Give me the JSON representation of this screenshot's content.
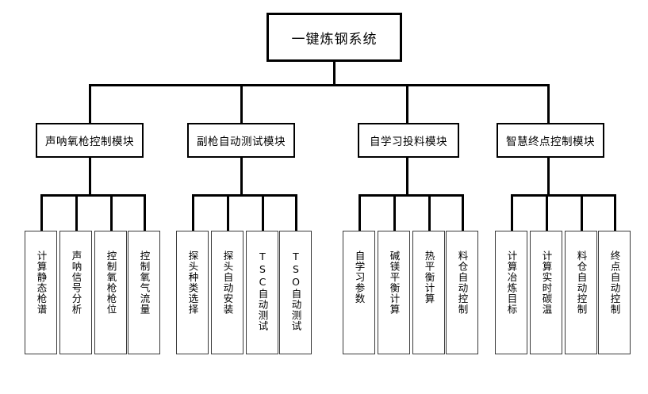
{
  "diagram": {
    "type": "organizational-tree",
    "title": "一键炼钢系统",
    "root": {
      "label": "一键炼钢系统"
    },
    "modules": [
      {
        "label": "声呐氧枪控制模块",
        "children": [
          "计算静态枪谱",
          "声呐信号分析",
          "控制氧枪枪位",
          "控制氧气流量"
        ]
      },
      {
        "label": "副枪自动测试模块",
        "children": [
          "探头种类选择",
          "探头自动安装",
          "TSC自动测试",
          "TSO自动测试"
        ]
      },
      {
        "label": "自学习投料模块",
        "children": [
          "自学习参数",
          "碱镁平衡计算",
          "热平衡计算",
          "料仓自动控制"
        ]
      },
      {
        "label": "智慧终点控制模块",
        "children": [
          "计算冶炼目标",
          "计算实时碳温",
          "料仓自动控制",
          "终点自动控制"
        ]
      }
    ],
    "colors": {
      "background": "#ffffff",
      "border": "#000000",
      "leaf_border": "#3a3a3a",
      "text": "#000000"
    }
  }
}
